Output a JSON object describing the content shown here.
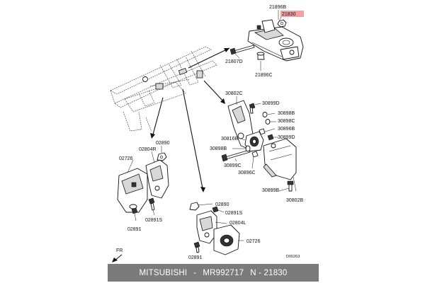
{
  "diagram": {
    "labels": {
      "l21896B": "21896B",
      "l21830": "21830",
      "l21807D": "21807D",
      "l21896C": "21896C",
      "l30802C": "30802C",
      "l30899D_top": "30899D",
      "l30898B": "30898B",
      "l30898C": "30898C",
      "l30896B": "30896B",
      "l30816B": "30816B",
      "l30899D_mid": "30899D",
      "l30898B_left": "30898B",
      "l30899C": "30899C",
      "l30896C": "30896C",
      "l30899B": "30899B",
      "l30802B": "30802B",
      "l02890_left": "02890",
      "l02804R": "02804R",
      "l02726_left": "02726",
      "l02891S_left": "02891S",
      "l02891_left": "02891",
      "l02890_bottom": "02890",
      "l02891S_bottom": "02891S",
      "l02804L": "02804L",
      "l02726_bottom": "02726",
      "l02891_bottom": "02891",
      "fr": "FR",
      "drawing_code": "D00263"
    },
    "highlight_color": "#f2a1a1"
  },
  "footer": {
    "brand": "MITSUBISHI",
    "separator": "-",
    "part_number": "MR992717",
    "group": "N - 21830"
  },
  "colors": {
    "footer_bg": "#7b7b7b",
    "footer_text": "#ffffff",
    "line": "#111111"
  }
}
